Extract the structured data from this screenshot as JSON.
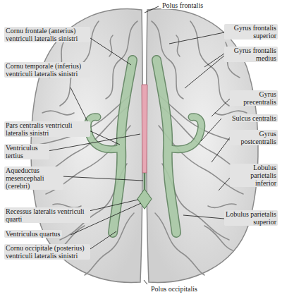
{
  "diagram": {
    "labels": [
      "Polus frontalis",
      "Cornu frontale (anterius) ventriculi lateralis sinistri",
      "Gyrus frontalis superior",
      "Gyrus frontalis medius",
      "Cornu temporale (inferius) ventriculi lateralis sinistri",
      "Gyrus precentralis",
      "Sulcus centralis",
      "Gyrus postcentralis",
      "Pars centralis ventriculi lateralis sinistri",
      "Ventriculus tertius",
      "Lobulus parietalis inferior",
      "Aqueductus mesencephali (cerebri)",
      "Recessus lateralis ventriculi quarti",
      "Lobulus parietalis superior",
      "Ventriculus quartus",
      "Cornu occipitale (posterius) ventriculi lateralis sinistri",
      "Polus occipitalis"
    ]
  }
}
